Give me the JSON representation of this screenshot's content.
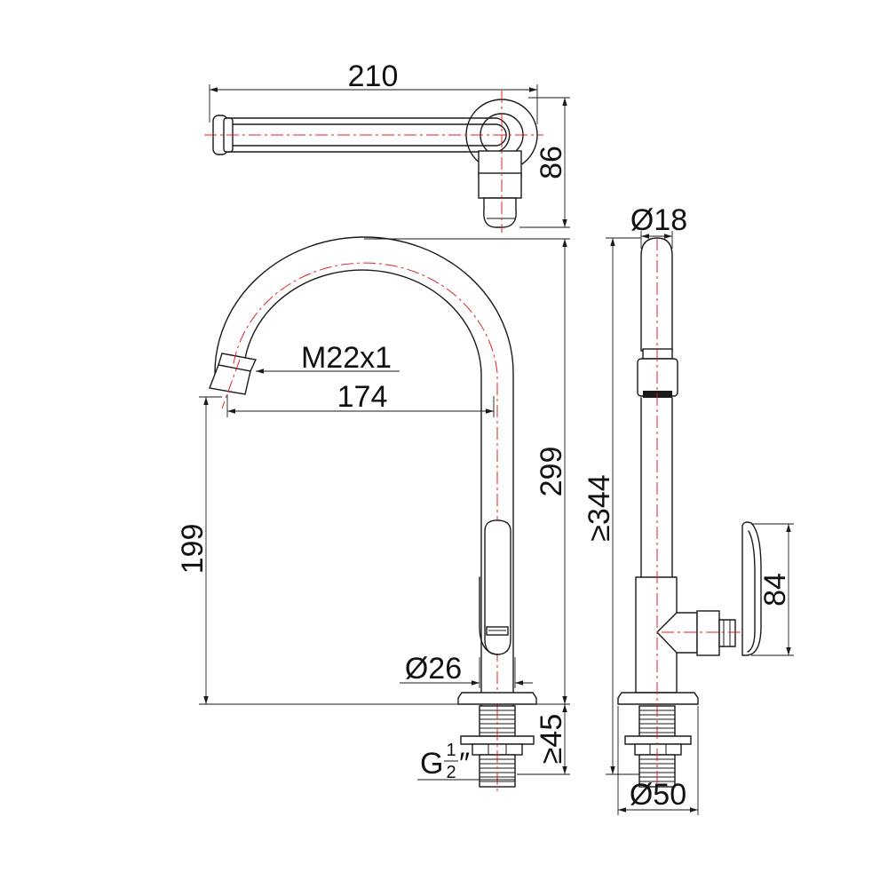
{
  "dimensions": {
    "top_width": "210",
    "top_depth": "86",
    "thread_outlet": "M22x1",
    "spout_reach": "174",
    "spout_height": "199",
    "overall_height": "299",
    "min_height": "≥344",
    "pipe_diameter": "Ø18",
    "handle_height": "84",
    "body_diameter": "Ø26",
    "base_diameter": "Ø50",
    "shank_length": "≥45"
  },
  "connection": {
    "thread_prefix": "G",
    "fraction_num": "1",
    "fraction_den": "2",
    "inch_mark": "″"
  },
  "colors": {
    "outline": "#1a1a1a",
    "centerline": "#e02020",
    "background": "#ffffff"
  }
}
